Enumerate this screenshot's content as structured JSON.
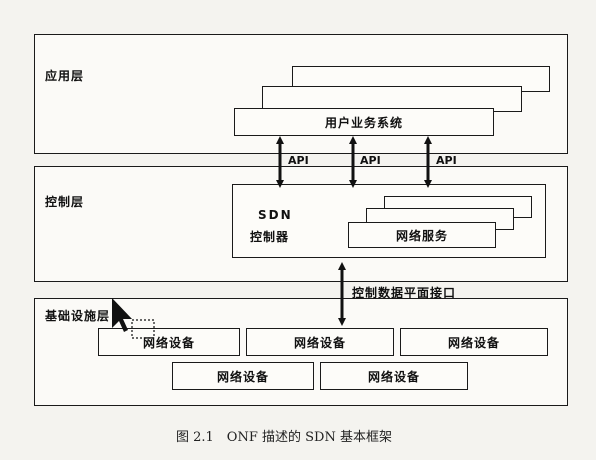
{
  "layers": {
    "app": {
      "title": "应用层"
    },
    "control": {
      "title": "控制层"
    },
    "infra": {
      "title": "基础设施层"
    }
  },
  "app_system": {
    "label": "用户业务系统"
  },
  "api_labels": [
    "API",
    "API",
    "API"
  ],
  "controller": {
    "line1": "SDN",
    "line2": "控制器"
  },
  "network_service": {
    "label": "网络服务"
  },
  "data_plane_interface": {
    "label": "控制数据平面接口"
  },
  "devices_row1": [
    "网络设备",
    "网络设备",
    "网络设备"
  ],
  "devices_row2": [
    "网络设备",
    "网络设备"
  ],
  "caption": "图 2.1　ONF 描述的 SDN 基本框架"
}
